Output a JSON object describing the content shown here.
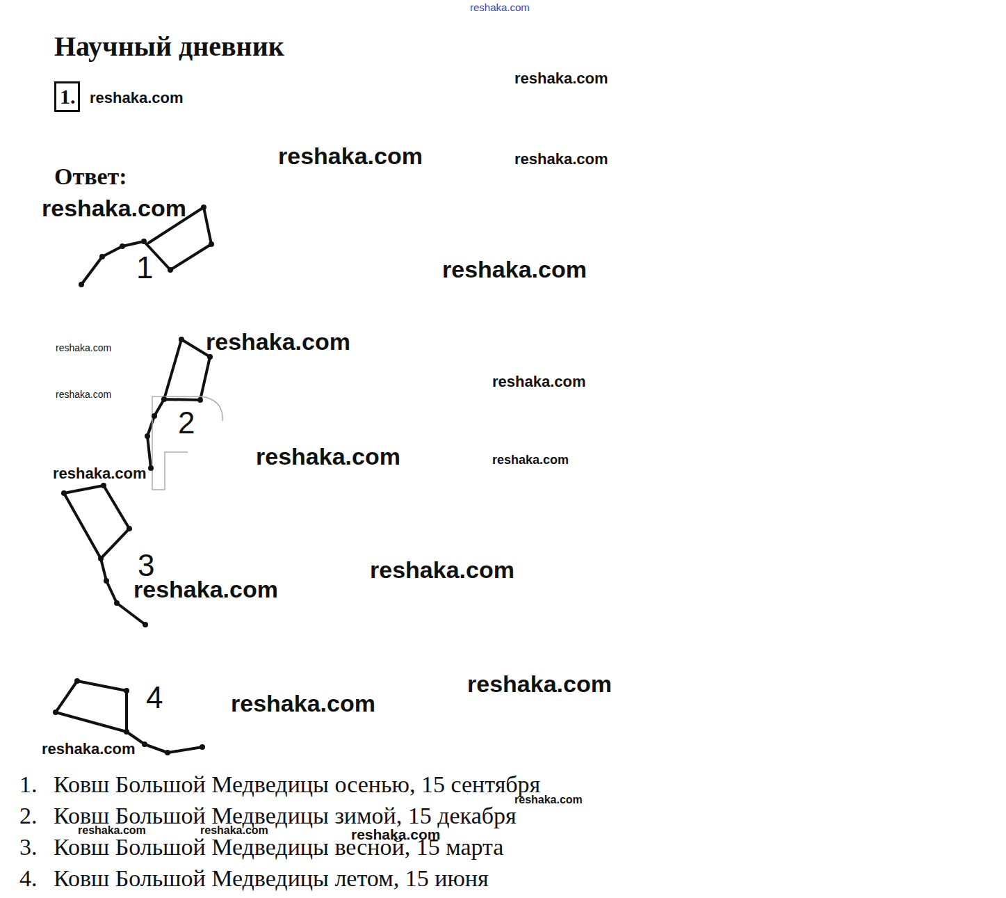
{
  "diagram": {
    "title": "Научный дневник",
    "nodes": [
      {
        "text": [
          "1."
        ]
      }
    ],
    "labels": [
      "reshaka.com",
      "reshaka.com",
      "reshaka.com",
      "reshaka.com",
      "reshaka.com",
      "Ответ:",
      "reshaka.com",
      "reshaka.com",
      "1",
      "reshaka.com",
      "reshaka.com",
      "reshaka.com",
      "reshaka.com",
      "2",
      "reshaka.com",
      "reshaka.com",
      "reshaka.com",
      "3",
      "reshaka.com",
      "reshaka.com",
      "4",
      "reshaka.com",
      "reshaka.com",
      "reshaka.com",
      "1.",
      "Ковш Большой Медведицы осенью, 15 сентября",
      "reshaka.com",
      "2.",
      "Ковш Большой Медведицы зимой, 15 декабря",
      "reshaka.com",
      "reshaka.com",
      "reshaka.com",
      "3.",
      "Ковш Большой Медведицы весной, 15 марта",
      "4.",
      "Ковш Большой Медведицы летом, 15 июня"
    ]
  }
}
